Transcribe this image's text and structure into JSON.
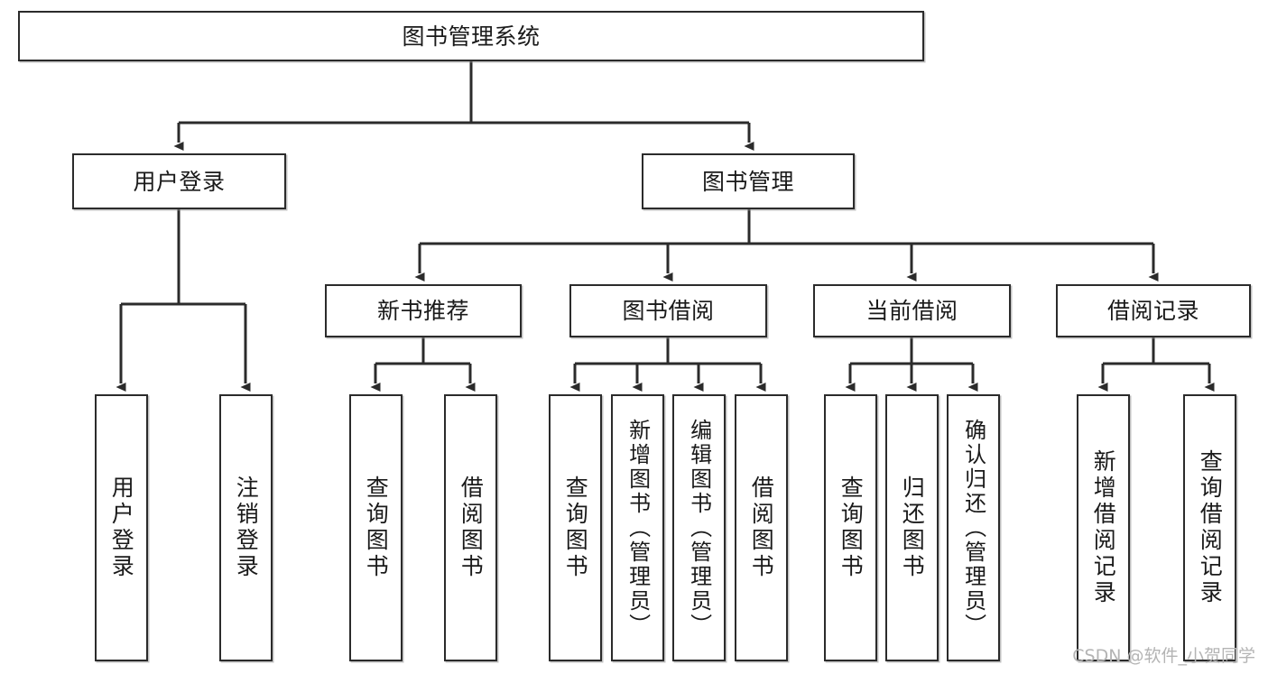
{
  "diagram": {
    "type": "tree-hierarchy",
    "title": "图书管理系统",
    "watermark": "CSDN @软件_小贺同学",
    "colors": {
      "node_border": "#2b2b2b",
      "node_fill": "#ffffff",
      "edge": "#2b2b2b",
      "text": "#1a1a1a",
      "watermark": "#b4b4b4"
    },
    "nodes": {
      "root": {
        "label": "图书管理系统"
      },
      "level2": [
        {
          "id": "user-login",
          "label": "用户登录"
        },
        {
          "id": "book-management",
          "label": "图书管理"
        }
      ],
      "level3": [
        {
          "id": "new-book-recommend",
          "label": "新书推荐"
        },
        {
          "id": "book-borrow",
          "label": "图书借阅"
        },
        {
          "id": "current-borrow",
          "label": "当前借阅"
        },
        {
          "id": "borrow-record",
          "label": "借阅记录"
        }
      ],
      "leaves": {
        "user-login": [
          {
            "id": "leaf-user-login",
            "label": "用户登录"
          },
          {
            "id": "leaf-user-logout",
            "label": "注销登录"
          }
        ],
        "new-book-recommend": [
          {
            "id": "leaf-query-book-1",
            "label": "查询图书"
          },
          {
            "id": "leaf-borrow-book-1",
            "label": "借阅图书"
          }
        ],
        "book-borrow": [
          {
            "id": "leaf-query-book-2",
            "label": "查询图书"
          },
          {
            "id": "leaf-add-book",
            "label": "新增图书（管理员）"
          },
          {
            "id": "leaf-edit-book",
            "label": "编辑图书（管理员）"
          },
          {
            "id": "leaf-borrow-book-2",
            "label": "借阅图书"
          }
        ],
        "current-borrow": [
          {
            "id": "leaf-query-book-3",
            "label": "查询图书"
          },
          {
            "id": "leaf-return-book",
            "label": "归还图书"
          },
          {
            "id": "leaf-confirm-return",
            "label": "确认归还（管理员）"
          }
        ],
        "borrow-record": [
          {
            "id": "leaf-add-record",
            "label": "新增借阅记录"
          },
          {
            "id": "leaf-query-record",
            "label": "查询借阅记录"
          }
        ]
      }
    }
  }
}
